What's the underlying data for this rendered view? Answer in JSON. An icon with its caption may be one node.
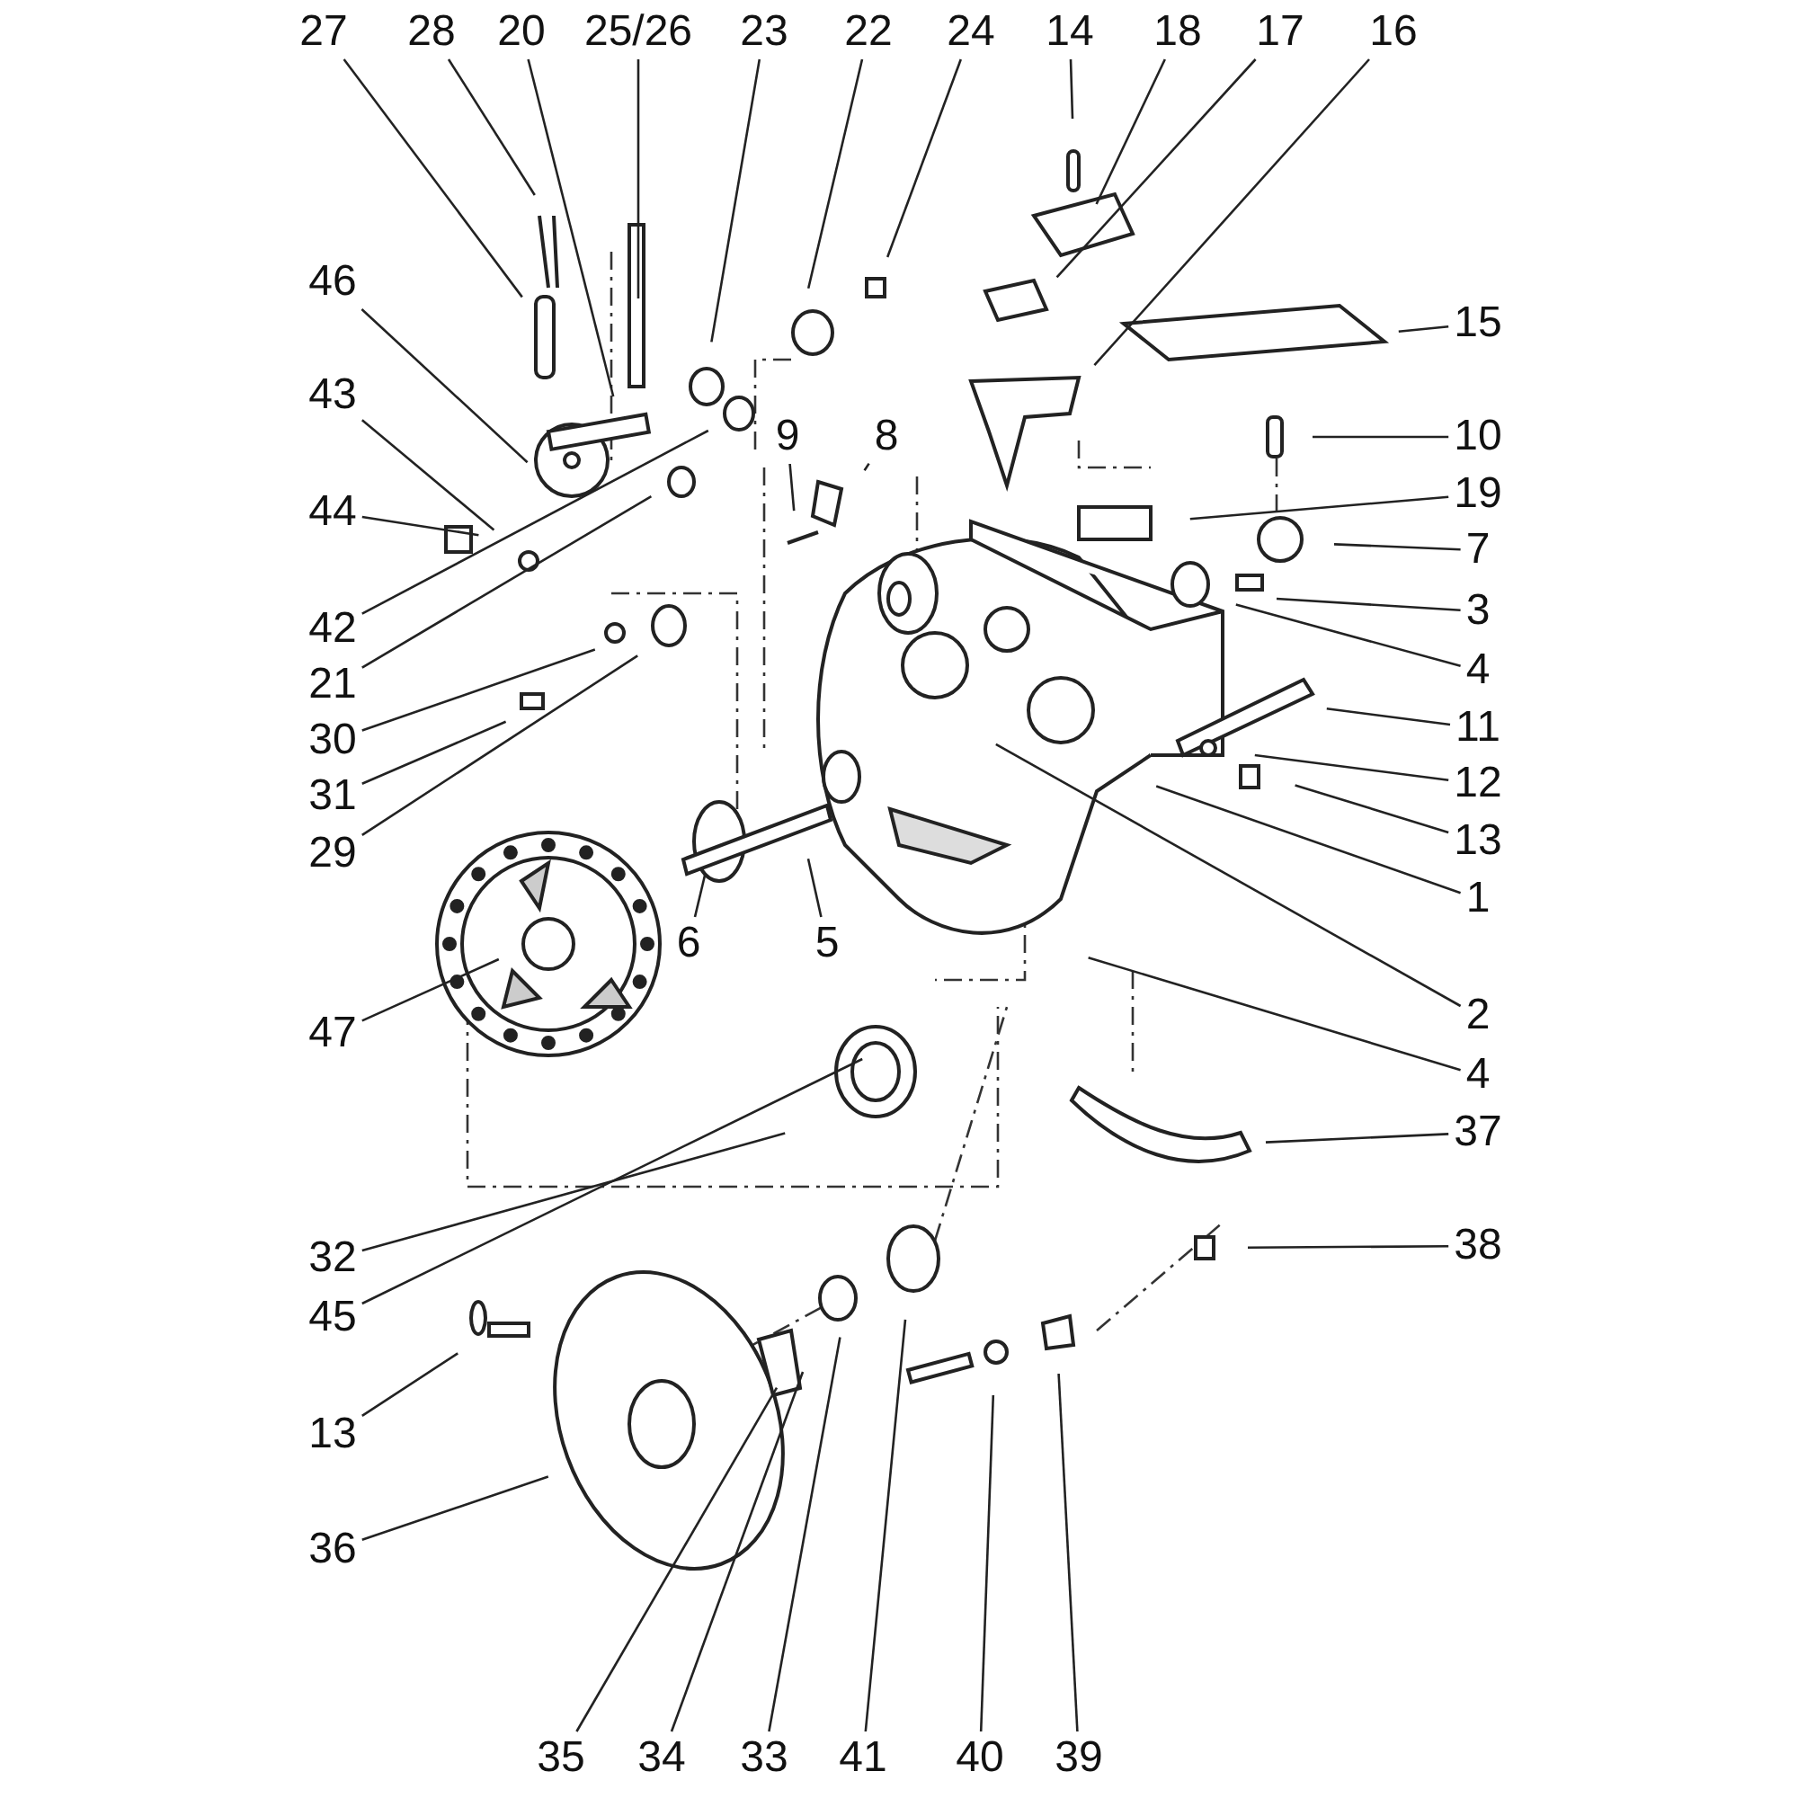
{
  "diagram": {
    "nodes": [
      {
        "text": [
          "27"
        ]
      },
      {
        "text": [
          "28"
        ]
      },
      {
        "text": [
          "20"
        ]
      },
      {
        "text": [
          "25/26"
        ]
      },
      {
        "text": [
          "23"
        ]
      },
      {
        "text": [
          "22"
        ]
      },
      {
        "text": [
          "24"
        ]
      },
      {
        "text": [
          "14"
        ]
      },
      {
        "text": [
          "18"
        ]
      },
      {
        "text": [
          "17"
        ]
      },
      {
        "text": [
          "16"
        ]
      },
      {
        "text": [
          "46"
        ]
      },
      {
        "text": [
          "15"
        ]
      },
      {
        "text": [
          "43"
        ]
      },
      {
        "text": [
          "9"
        ]
      },
      {
        "text": [
          "8"
        ]
      },
      {
        "text": [
          "10"
        ]
      },
      {
        "text": [
          "19"
        ]
      },
      {
        "text": [
          "44"
        ]
      },
      {
        "text": [
          "7"
        ]
      },
      {
        "text": [
          "3"
        ]
      },
      {
        "text": [
          "42"
        ]
      },
      {
        "text": [
          "4"
        ]
      },
      {
        "text": [
          "21"
        ]
      },
      {
        "text": [
          "11"
        ]
      },
      {
        "text": [
          "30"
        ]
      },
      {
        "text": [
          "12"
        ]
      },
      {
        "text": [
          "31"
        ]
      },
      {
        "text": [
          "13"
        ]
      },
      {
        "text": [
          "29"
        ]
      },
      {
        "text": [
          "1"
        ]
      },
      {
        "text": [
          "6"
        ]
      },
      {
        "text": [
          "5"
        ]
      },
      {
        "text": [
          "2"
        ]
      },
      {
        "text": [
          "47"
        ]
      },
      {
        "text": [
          "4"
        ]
      },
      {
        "text": [
          "37"
        ]
      },
      {
        "text": [
          "38"
        ]
      },
      {
        "text": [
          "32"
        ]
      },
      {
        "text": [
          "45"
        ]
      },
      {
        "text": [
          "13"
        ]
      },
      {
        "text": [
          "36"
        ]
      },
      {
        "text": [
          "35"
        ]
      },
      {
        "text": [
          "34"
        ]
      },
      {
        "text": [
          "33"
        ]
      },
      {
        "text": [
          "41"
        ]
      },
      {
        "text": [
          "40"
        ]
      },
      {
        "text": [
          "39"
        ]
      }
    ],
    "edges": [
      {
        "from": 0,
        "to": null,
        "arrow": "none"
      },
      {
        "from": 1,
        "to": null,
        "arrow": "none"
      },
      {
        "from": 2,
        "to": null,
        "arrow": "none"
      },
      {
        "from": 3,
        "to": null,
        "arrow": "none"
      },
      {
        "from": 4,
        "to": null,
        "arrow": "none"
      },
      {
        "from": 5,
        "to": null,
        "arrow": "none"
      },
      {
        "from": 6,
        "to": null,
        "arrow": "none"
      },
      {
        "from": 7,
        "to": null,
        "arrow": "none"
      },
      {
        "from": 8,
        "to": null,
        "arrow": "none"
      },
      {
        "from": 9,
        "to": null,
        "arrow": "none"
      },
      {
        "from": 10,
        "to": null,
        "arrow": "none"
      },
      {
        "from": 11,
        "to": null,
        "arrow": "none"
      },
      {
        "from": 12,
        "to": null,
        "arrow": "none"
      },
      {
        "from": 13,
        "to": null,
        "arrow": "none"
      },
      {
        "from": 14,
        "to": null,
        "arrow": "none"
      },
      {
        "from": 15,
        "to": null,
        "arrow": "none"
      },
      {
        "from": 16,
        "to": null,
        "arrow": "none"
      },
      {
        "from": 17,
        "to": null,
        "arrow": "none"
      },
      {
        "from": 18,
        "to": null,
        "arrow": "none"
      },
      {
        "from": 19,
        "to": null,
        "arrow": "none"
      },
      {
        "from": 20,
        "to": null,
        "arrow": "none"
      },
      {
        "from": 21,
        "to": null,
        "arrow": "none"
      },
      {
        "from": 22,
        "to": null,
        "arrow": "none"
      },
      {
        "from": 23,
        "to": null,
        "arrow": "none"
      },
      {
        "from": 24,
        "to": null,
        "arrow": "none"
      },
      {
        "from": 25,
        "to": null,
        "arrow": "none"
      },
      {
        "from": 26,
        "to": null,
        "arrow": "none"
      },
      {
        "from": 27,
        "to": null,
        "arrow": "none"
      },
      {
        "from": 28,
        "to": null,
        "arrow": "none"
      },
      {
        "from": 29,
        "to": null,
        "arrow": "none"
      },
      {
        "from": 30,
        "to": null,
        "arrow": "none"
      },
      {
        "from": 31,
        "to": null,
        "arrow": "none"
      },
      {
        "from": 32,
        "to": null,
        "arrow": "none"
      },
      {
        "from": 33,
        "to": null,
        "arrow": "none"
      },
      {
        "from": 34,
        "to": null,
        "arrow": "none"
      },
      {
        "from": 35,
        "to": null,
        "arrow": "none"
      },
      {
        "from": 36,
        "to": null,
        "arrow": "none"
      },
      {
        "from": 37,
        "to": null,
        "arrow": "none"
      },
      {
        "from": 38,
        "to": null,
        "arrow": "none"
      },
      {
        "from": 39,
        "to": null,
        "arrow": "none"
      },
      {
        "from": 40,
        "to": null,
        "arrow": "none"
      },
      {
        "from": 41,
        "to": null,
        "arrow": "none"
      },
      {
        "from": 42,
        "to": null,
        "arrow": "none"
      },
      {
        "from": 43,
        "to": null,
        "arrow": "none"
      },
      {
        "from": 44,
        "to": null,
        "arrow": "none"
      },
      {
        "from": 45,
        "to": null,
        "arrow": "none"
      },
      {
        "from": 46,
        "to": null,
        "arrow": "none"
      },
      {
        "from": 47,
        "to": null,
        "arrow": "none"
      }
    ]
  }
}
